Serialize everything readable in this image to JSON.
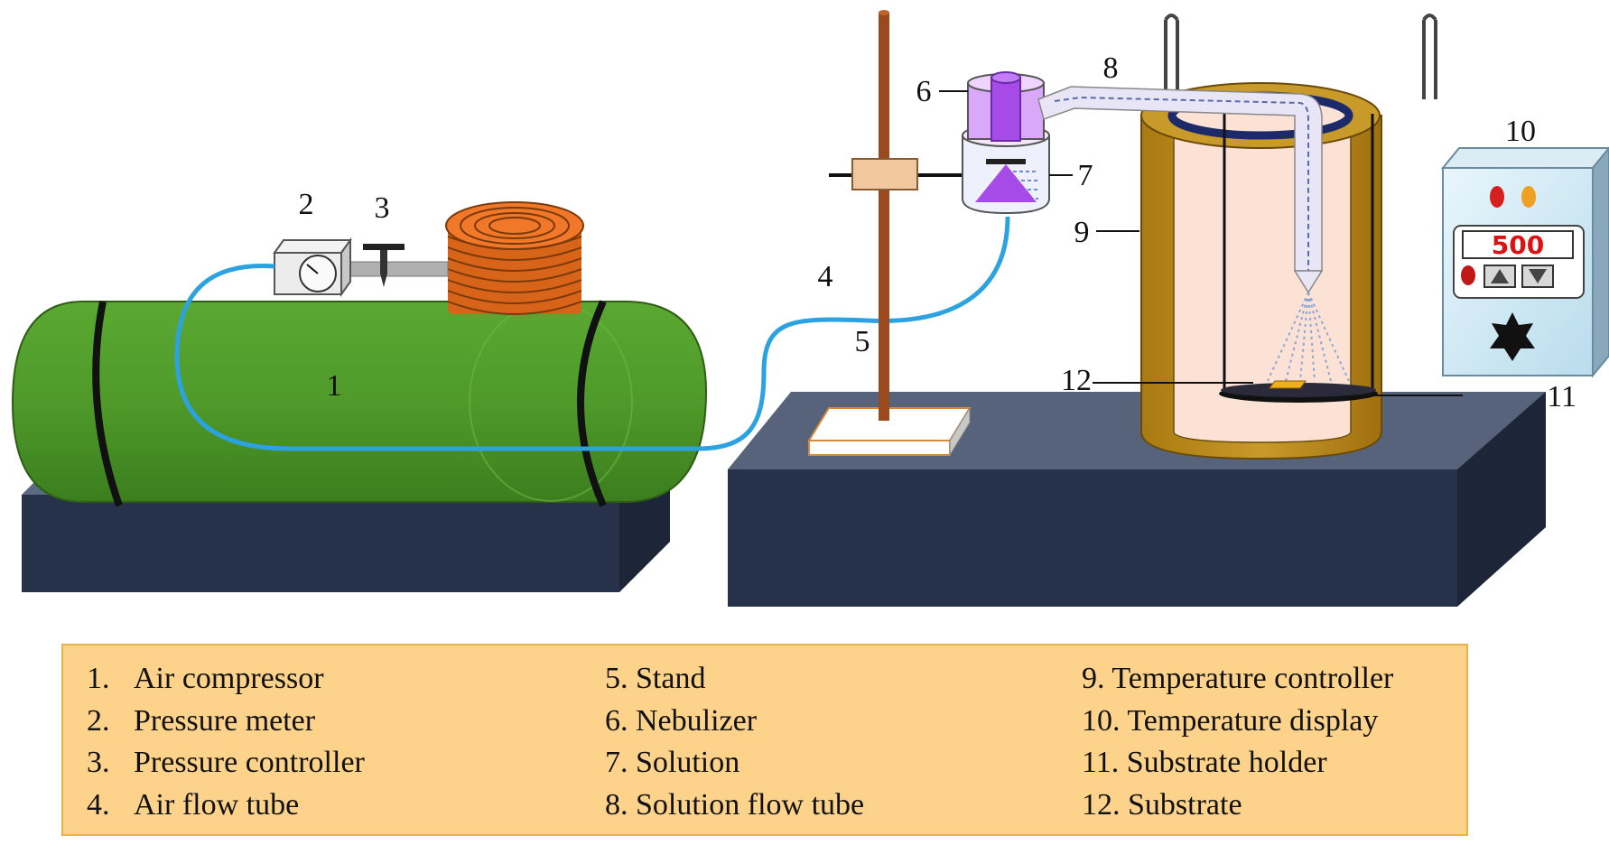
{
  "colors": {
    "compressor": "#4f9a2a",
    "coil": "#f07828",
    "air_tube": "#2ca3e0",
    "stand_rod": "#9a4a1c",
    "nebulizer": "#a64be8",
    "base": "#2c3b55",
    "furnace_wall": "#b8860b",
    "furnace_inner": "#fce2d4",
    "legend_bg": "#fdd28a"
  },
  "labels": [
    "1",
    "2",
    "3",
    "4",
    "5",
    "6",
    "7",
    "8",
    "9",
    "10",
    "11",
    "12"
  ],
  "display_value": "500",
  "legend": [
    [
      {
        "num": "1.",
        "text": "Air compressor"
      },
      {
        "num": "2.",
        "text": "Pressure meter"
      },
      {
        "num": "3.",
        "text": "Pressure controller"
      },
      {
        "num": "4.",
        "text": "Air flow tube"
      }
    ],
    [
      {
        "num": "5.",
        "text": "Stand"
      },
      {
        "num": "6.",
        "text": "Nebulizer"
      },
      {
        "num": "7.",
        "text": "Solution"
      },
      {
        "num": "8.",
        "text": "Solution flow tube"
      }
    ],
    [
      {
        "num": "9.",
        "text": "Temperature controller"
      },
      {
        "num": "10.",
        "text": "Temperature display"
      },
      {
        "num": "11.",
        "text": "Substrate holder"
      },
      {
        "num": "12.",
        "text": "Substrate"
      }
    ]
  ]
}
